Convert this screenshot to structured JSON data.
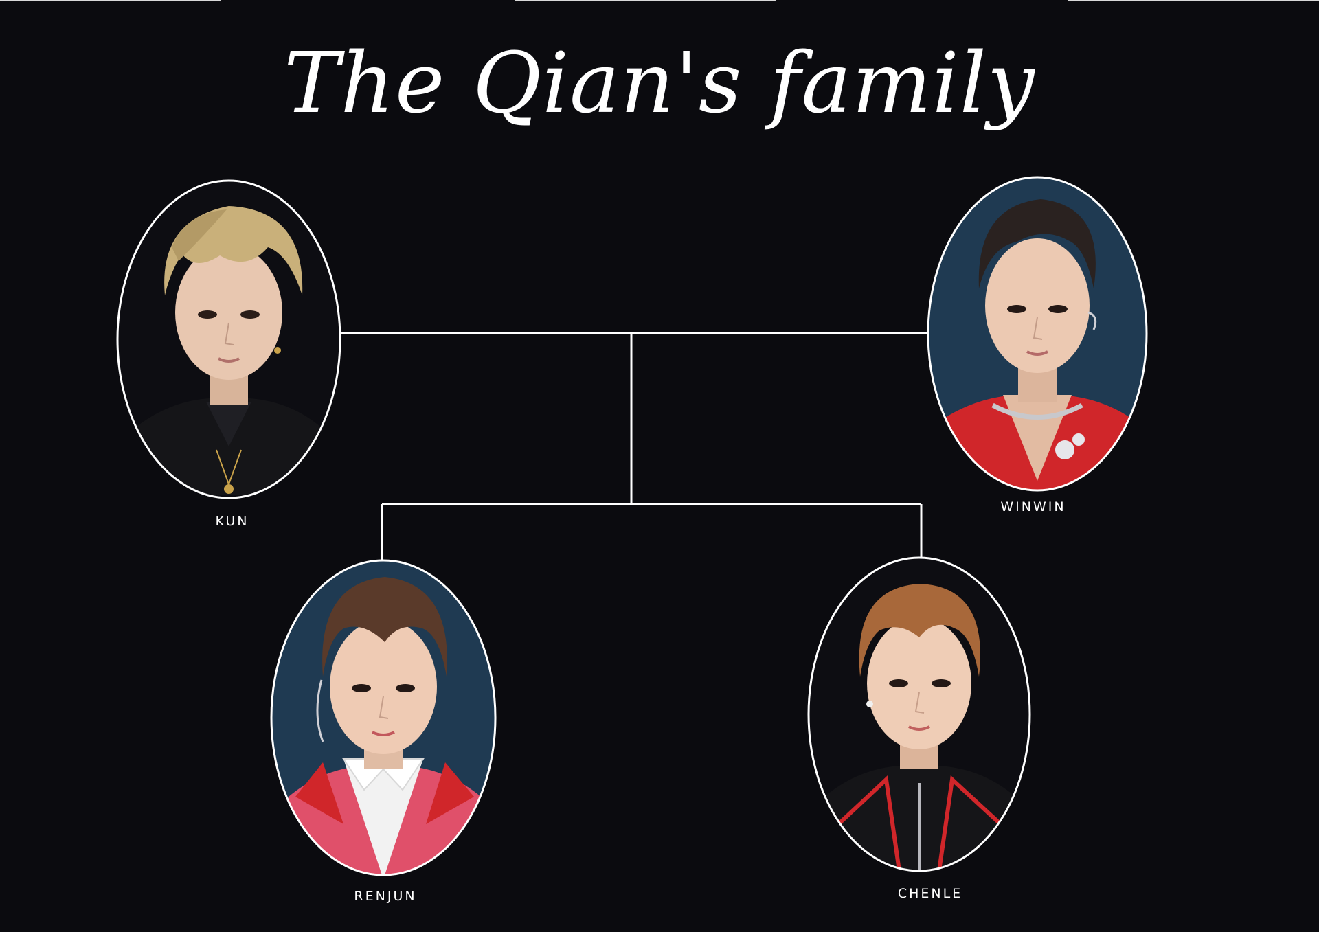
{
  "title": "The Qian's family",
  "colors": {
    "background": "#0b0b0f",
    "line": "#ffffff",
    "portrait_bg_dark": "#0d0d12",
    "portrait_bg_blue": "#1f3a52",
    "hair_blond": "#c9b07a",
    "hair_dark": "#2a2220",
    "hair_brown": "#5a3a2a",
    "hair_orange": "#a8683a",
    "skin": "#e8c2a8",
    "red": "#d0262a",
    "pink": "#e0506a",
    "black_outfit": "#151518",
    "white_shirt": "#f2f2f2"
  },
  "members": {
    "kun": {
      "name": "KUN"
    },
    "winwin": {
      "name": "WINWIN"
    },
    "renjun": {
      "name": "RENJUN"
    },
    "chenle": {
      "name": "CHENLE"
    }
  }
}
